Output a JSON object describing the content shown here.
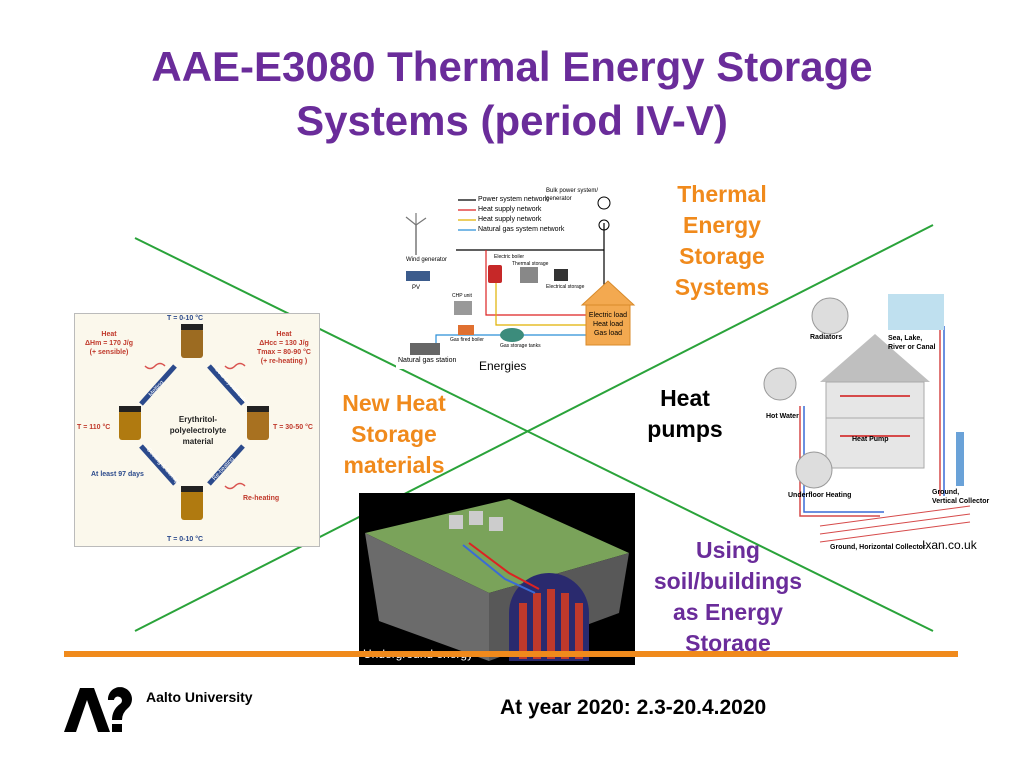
{
  "slide": {
    "title_line1": "AAE-E3080 Thermal Energy Storage",
    "title_line2": "Systems (period IV-V)",
    "date_note": "At year 2020: 2.3-20.4.2020",
    "university": "Aalto University"
  },
  "topics": {
    "tes": [
      "Thermal",
      "Energy",
      "Storage",
      "Systems"
    ],
    "materials": [
      "New Heat",
      "Storage",
      "materials"
    ],
    "heatpumps": [
      "Heat",
      "pumps"
    ],
    "soil": [
      "Using",
      "soil/buildings",
      "as  Energy",
      "Storage"
    ]
  },
  "captions": {
    "energies": "Energies",
    "underground": "Underground energy",
    "ixan": "Ixan.co.uk"
  },
  "energy_diagram": {
    "legend": [
      "Power system network",
      "Heat supply network",
      "Heat supply network",
      "Natural gas system network"
    ],
    "bulk": "Bulk power system/ generator",
    "wind": "Wind generator",
    "pv": "PV",
    "boiler": "Electric boiler",
    "thermal_storage": "Thermal storage",
    "electrical_storage": "Electrical storage",
    "chp": "CHP unit",
    "gas_boiler": "Gas fired boiler",
    "gas_storage": "Gas storage tanks",
    "nat_gas": "Natural gas station",
    "loads": [
      "Electric load",
      "Heat load",
      "Gas load"
    ]
  },
  "material_diagram": {
    "t_top": "T = 0-10 °C",
    "t_bottom": "T = 0-10 °C",
    "t_left": "T = 110 °C",
    "t_right": "T = 30-50 °C",
    "heat_left": [
      "Heat",
      "ΔHm = 170 J/g",
      "(+ sensible)"
    ],
    "heat_right": [
      "Heat",
      "ΔHcc = 130 J/g",
      "Tmax = 80-90 °C",
      "(+ re-heating )"
    ],
    "center": [
      "Erythritol-",
      "polyelectrolyte",
      "material"
    ],
    "melting": "Melting",
    "cold_cryst": "Cold crystallization",
    "cooling": "Cooling & Storage",
    "reheating": "Re-heating",
    "at_least": "At least 97 days",
    "reheat_label": "Re-heating"
  },
  "heatpump_diagram": {
    "radiators": "Radiators",
    "sea": [
      "Sea, Lake,",
      "River or Canal"
    ],
    "hot_water": "Hot Water",
    "heat_pump": "Heat Pump",
    "underfloor": "Underfloor Heating",
    "vertical": [
      "Ground,",
      "Vertical Collector"
    ],
    "horizontal": "Ground, Horizontal Collector"
  },
  "colors": {
    "title": "#6a2c9a",
    "orange": "#f08a1c",
    "cross_line": "#2aa33a"
  }
}
